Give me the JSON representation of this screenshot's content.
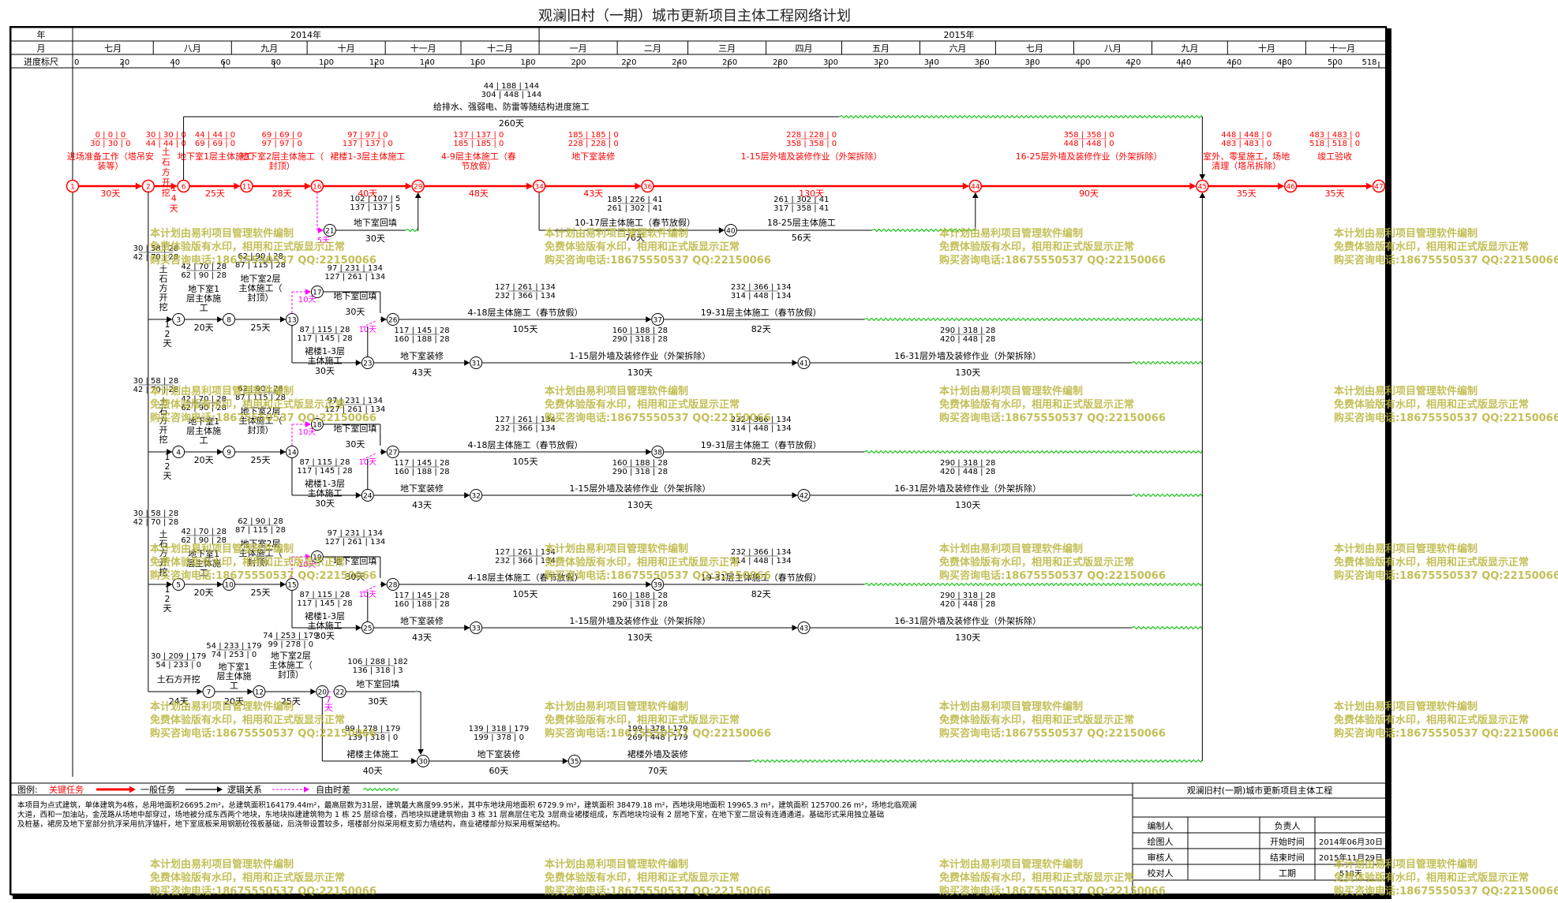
{
  "title": "观澜旧村（一期）城市更新项目主体工程网络计划",
  "header": {
    "row_labels": {
      "year": "年",
      "month": "月",
      "scale": "进度标尺"
    },
    "years": [
      {
        "label": "2014年"
      },
      {
        "label": "2015年"
      }
    ],
    "months": [
      "七月",
      "八月",
      "九月",
      "十月",
      "十一月",
      "十二月",
      "一月",
      "二月",
      "三月",
      "四月",
      "五月",
      "六月",
      "七月",
      "八月",
      "九月",
      "十月",
      "十一月"
    ],
    "scale_ticks": [
      "0",
      "20",
      "40",
      "60",
      "80",
      "100",
      "120",
      "140",
      "160",
      "180",
      "200",
      "220",
      "240",
      "260",
      "280",
      "300",
      "320",
      "340",
      "360",
      "380",
      "400",
      "420",
      "440",
      "460",
      "480",
      "500",
      "518"
    ]
  },
  "nodes": {
    "n1": "1",
    "n2": "2",
    "n6": "6",
    "n11": "11",
    "n16": "16",
    "n29": "29",
    "n34": "34",
    "n36": "36",
    "n44": "44",
    "n45": "45",
    "n46": "46",
    "n47": "47",
    "n21": "21",
    "n40": "40",
    "n3": "3",
    "n8": "8",
    "n13": "13",
    "n17": "17",
    "n26": "26",
    "n37": "37",
    "n23": "23",
    "n31": "31",
    "n41": "41",
    "n4": "4",
    "n9": "9",
    "n14": "14",
    "n18": "18",
    "n27": "27",
    "n38": "38",
    "n24": "24",
    "n32": "32",
    "n42": "42",
    "n5": "5",
    "n10": "10",
    "n15": "15",
    "n19": "19",
    "n28": "28",
    "n39": "39",
    "n25": "25",
    "n33": "33",
    "n43": "43",
    "n7": "7",
    "n12": "12",
    "n20": "20",
    "n22": "22",
    "n30": "30",
    "n35": "35"
  },
  "critical_tasks": [
    {
      "params": [
        "0 | 0 | 0",
        "30 | 30 | 0"
      ],
      "name": "进场准备工作（塔吊安装等）",
      "dur": "30天"
    },
    {
      "params": [
        "30 | 30 | 0",
        "44 | 44 | 0"
      ],
      "name": "土石方开挖",
      "dur": "14天"
    },
    {
      "params": [
        "44 | 44 | 0",
        "69 | 69 | 0"
      ],
      "name": "地下室1层主体施工",
      "dur": "25天"
    },
    {
      "params": [
        "69 | 69 | 0",
        "97 | 97 | 0"
      ],
      "name": "地下室2层主体施工（封顶）",
      "dur": "28天"
    },
    {
      "params": [
        "97 | 97 | 0",
        "137 | 137 | 0"
      ],
      "name": "裙楼1-3层主体施工",
      "dur": "40天"
    },
    {
      "params": [
        "137 | 137 | 0",
        "185 | 185 | 0"
      ],
      "name": "4-9层主体施工（春节放假）",
      "dur": "48天"
    },
    {
      "params": [
        "185 | 185 | 0",
        "228 | 228 | 0"
      ],
      "name": "地下室装修",
      "dur": "43天"
    },
    {
      "params": [
        "228 | 228 | 0",
        "358 | 358 | 0"
      ],
      "name": "1-15层外墙及装修作业（外架拆除）",
      "dur": "130天"
    },
    {
      "params": [
        "358 | 358 | 0",
        "448 | 448 | 0"
      ],
      "name": "16-25层外墙及装修作业（外架拆除）",
      "dur": "90天"
    },
    {
      "params": [
        "448 | 448 | 0",
        "483 | 483 | 0"
      ],
      "name": "室外、零星施工，场地清理（塔吊拆除）",
      "dur": "35天"
    },
    {
      "params": [
        "483 | 483 | 0",
        "518 | 518 | 0"
      ],
      "name": "竣工验收",
      "dur": "35天"
    }
  ],
  "top_task": {
    "params": [
      "44 | 188 | 144",
      "304 | 448 | 144"
    ],
    "name": "给排水、强弱电、防雷等随结构进度施工",
    "dur": "260天"
  },
  "branch1": {
    "backfill": {
      "params": [
        "102 | 107 | 5",
        "137 | 137 | 5"
      ],
      "name": "地下室回填",
      "dur": "30天",
      "free": "5天"
    },
    "t10_17": {
      "params": [
        "185 | 226 | 41",
        "261 | 302 | 41"
      ],
      "name": "10-17层主体施工（春节放假）",
      "dur": "76天"
    },
    "t18_25": {
      "params": [
        "261 | 302 | 41",
        "317 | 358 | 41"
      ],
      "name": "18-25层主体施工",
      "dur": "56天"
    }
  },
  "groups": [
    {
      "excav": {
        "params": [
          "30 | 58 | 28",
          "42 | 70 | 28"
        ],
        "name": "土石方开挖",
        "dur": "12天"
      },
      "b1": {
        "params": [
          "42 | 70 | 28",
          "62 | 90 | 28"
        ],
        "name": "地下室1层主体施工",
        "dur": "20天"
      },
      "b2": {
        "params": [
          "62 | 90 | 28",
          "87 | 115 | 28"
        ],
        "name": "地下室2层主体施工（封顶）",
        "dur": "25天"
      },
      "fill": {
        "params": [
          "97 | 231 | 134",
          "127 | 261 | 134"
        ],
        "name": "地下室回填",
        "dur": "30天",
        "free": "10天"
      },
      "mid": {
        "params": [
          "127 | 261 | 134",
          "232 | 366 | 134"
        ],
        "name": "4-18层主体施工（春节放假）",
        "dur": "105天"
      },
      "top": {
        "params": [
          "232 | 366 | 134",
          "314 | 448 | 134"
        ],
        "name": "19-31层主体施工（春节放假）",
        "dur": "82天"
      },
      "podium": {
        "params": [
          "87 | 115 | 28",
          "117 | 145 | 28"
        ],
        "name": "裙楼1-3层主体施工",
        "dur": "30天",
        "free": "10天"
      },
      "bdec": {
        "params": [
          "117 | 145 | 28",
          "160 | 188 | 28"
        ],
        "name": "地下室装修",
        "dur": "43天"
      },
      "ext1": {
        "params": [
          "160 | 188 | 28",
          "290 | 318 | 28"
        ],
        "name": "1-15层外墙及装修作业（外架拆除）",
        "dur": "130天"
      },
      "ext2": {
        "params": [
          "290 | 318 | 28",
          "420 | 448 | 28"
        ],
        "name": "16-31层外墙及装修作业（外架拆除）",
        "dur": "130天"
      }
    },
    {
      "excav": {
        "params": [
          "30 | 58 | 28",
          "42 | 70 | 28"
        ],
        "name": "土石方开挖",
        "dur": "12天"
      },
      "b1": {
        "params": [
          "42 | 70 | 28",
          "62 | 90 | 28"
        ],
        "name": "地下室1层主体施工",
        "dur": "20天"
      },
      "b2": {
        "params": [
          "62 | 90 | 28",
          "87 | 115 | 28"
        ],
        "name": "地下室2层主体施工（封顶）",
        "dur": "25天"
      },
      "fill": {
        "params": [
          "97 | 231 | 134",
          "127 | 261 | 134"
        ],
        "name": "地下室回填",
        "dur": "30天",
        "free": "10天"
      },
      "mid": {
        "params": [
          "127 | 261 | 134",
          "232 | 366 | 134"
        ],
        "name": "4-18层主体施工（春节放假）",
        "dur": "105天"
      },
      "top": {
        "params": [
          "232 | 366 | 134",
          "314 | 448 | 134"
        ],
        "name": "19-31层主体施工（春节放假）",
        "dur": "82天"
      },
      "podium": {
        "params": [
          "87 | 115 | 28",
          "117 | 145 | 28"
        ],
        "name": "裙楼1-3层主体施工",
        "dur": "30天",
        "free": "10天"
      },
      "bdec": {
        "params": [
          "117 | 145 | 28",
          "160 | 188 | 28"
        ],
        "name": "地下室装修",
        "dur": "43天"
      },
      "ext1": {
        "params": [
          "160 | 188 | 28",
          "290 | 318 | 28"
        ],
        "name": "1-15层外墙及装修作业（外架拆除）",
        "dur": "130天"
      },
      "ext2": {
        "params": [
          "290 | 318 | 28",
          "420 | 448 | 28"
        ],
        "name": "16-31层外墙及装修作业（外架拆除）",
        "dur": "130天"
      }
    },
    {
      "excav": {
        "params": [
          "30 | 58 | 28",
          "42 | 70 | 28"
        ],
        "name": "土石方开挖",
        "dur": "12天"
      },
      "b1": {
        "params": [
          "42 | 70 | 28",
          "62 | 90 | 28"
        ],
        "name": "地下室1层主体施工",
        "dur": "20天"
      },
      "b2": {
        "params": [
          "62 | 90 | 28",
          "87 | 115 | 28"
        ],
        "name": "地下室2层主体施工（封顶）",
        "dur": "25天"
      },
      "fill": {
        "params": [
          "97 | 231 | 134",
          "127 | 261 | 134"
        ],
        "name": "地下室回填",
        "dur": "30天",
        "free": "10天"
      },
      "mid": {
        "params": [
          "127 | 261 | 134",
          "232 | 366 | 134"
        ],
        "name": "4-18层主体施工（春节放假）",
        "dur": "105天"
      },
      "top": {
        "params": [
          "232 | 366 | 134",
          "314 | 448 | 134"
        ],
        "name": "19-31层主体施工（春节放假）",
        "dur": "82天"
      },
      "podium": {
        "params": [
          "87 | 115 | 28",
          "117 | 145 | 28"
        ],
        "name": "裙楼1-3层主体施工",
        "dur": "30天",
        "free": "10天"
      },
      "bdec": {
        "params": [
          "117 | 145 | 28",
          "160 | 188 | 28"
        ],
        "name": "地下室装修",
        "dur": "43天"
      },
      "ext1": {
        "params": [
          "160 | 188 | 28",
          "290 | 318 | 28"
        ],
        "name": "1-15层外墙及装修作业（外架拆除）",
        "dur": "130天"
      },
      "ext2": {
        "params": [
          "290 | 318 | 28",
          "420 | 448 | 28"
        ],
        "name": "16-31层外墙及装修作业（外架拆除）",
        "dur": "130天"
      }
    }
  ],
  "bottom": {
    "excav": {
      "params": [
        "30 | 209 | 179",
        "54 | 233 | 0"
      ],
      "name": "土石方开挖",
      "dur": "24天"
    },
    "b1": {
      "params": [
        "54 | 233 | 179",
        "74 | 253 | 0"
      ],
      "name": "地下室1层主体施工",
      "dur": "20天"
    },
    "b2": {
      "params": [
        "74 | 253 | 179",
        "99 | 278 | 0"
      ],
      "name": "地下室2层主体施工（封顶）",
      "dur": "25天"
    },
    "fill": {
      "params": [
        "106 | 288 | 182",
        "136 | 318 | 3"
      ],
      "name": "地下室回填",
      "dur": "30天",
      "free": "7天"
    },
    "podium": {
      "params": [
        "99 | 278 | 179",
        "139 | 318 | 0"
      ],
      "name": "裙楼主体施工",
      "dur": "40天"
    },
    "bdec": {
      "params": [
        "139 | 318 | 179",
        "199 | 378 | 0"
      ],
      "name": "地下室装修",
      "dur": "60天"
    },
    "ext": {
      "params": [
        "199 | 378 | 179",
        "269 | 448 | 179"
      ],
      "name": "裙楼外墙及装修",
      "dur": "70天"
    }
  },
  "legend": {
    "label": "图例:",
    "critical": "关键任务",
    "normal": "一般任务",
    "logic": "逻辑关系",
    "free": "自由时差",
    "critical_color": "#ff0000",
    "free_color": "#ff00ff",
    "float_color": "#00c000"
  },
  "description": [
    "本项目为点式建筑，单体建筑为4栋，总用地面积26695.2m²，总建筑面积164179.44m²，最高层数为31层，建筑最大高度99.95米，其中东地块用地面积 6729.9 m²，建筑面积 38479.18 m²，西地块用地面积 19965.3 m²，建筑面积 125700.26 m²，场地北临观澜",
    "大道，西和一加油站，金茂路从场地中部穿过，场地被分成东西两个地块，东地块拟建建筑物为 1 栋 25 层综合楼，西地块拟建建筑物由 3 栋 31 层高层住宅及 3层商业裙楼组成，东西地块均设有 2 层地下室，在地下室二层设有连通通道。基础形式采用独立基础",
    "及桩基，裙房及地下室部分抗浮采用抗浮锚杆，地下室底板采用钢筋砼筏板基础，后浇带设置较多，塔楼部分拟采用框支剪力墙结构，商业裙楼部分拟采用框架结构。"
  ],
  "info_table": {
    "title": "观澜旧村(一期)城市更新项目主体工程",
    "rows": [
      {
        "k1": "编制人",
        "v1": "",
        "k2": "负责人",
        "v2": ""
      },
      {
        "k1": "绘图人",
        "v1": "",
        "k2": "开始时间",
        "v2": "2014年06月30日"
      },
      {
        "k1": "审核人",
        "v1": "",
        "k2": "结束时间",
        "v2": "2015年11月29日"
      },
      {
        "k1": "校对人",
        "v1": "",
        "k2": "工期",
        "v2": "518天"
      }
    ]
  },
  "watermark": {
    "line1": "本计划由易利项目管理软件编制",
    "line2": "免费体验版有水印，相用和正式版显示正常",
    "line3": "购买咨询电话:18675550537 QQ:22150066"
  }
}
